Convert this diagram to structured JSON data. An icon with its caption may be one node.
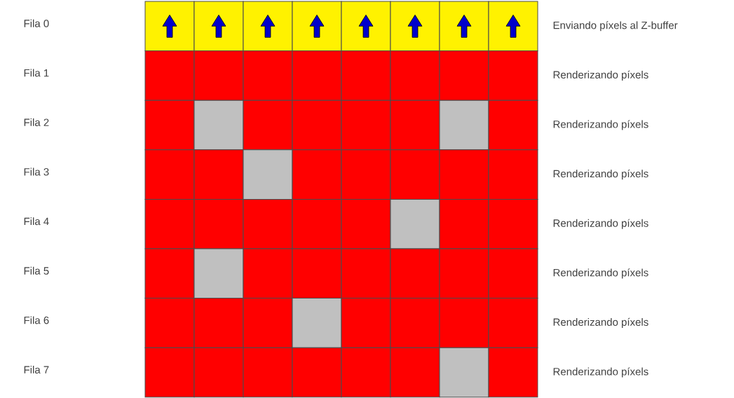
{
  "diagram": {
    "labels": [
      "Fila 0",
      "Enviando píxels al Z-buffer",
      "Fila 1",
      "Renderizando píxels",
      "Fila 2",
      "Renderizando píxels",
      "Fila 3",
      "Renderizando píxels",
      "Fila 4",
      "Renderizando píxels",
      "Fila 5",
      "Renderizando píxels",
      "Fila 6",
      "Renderizando píxels",
      "Fila 7",
      "Renderizando píxels"
    ]
  }
}
